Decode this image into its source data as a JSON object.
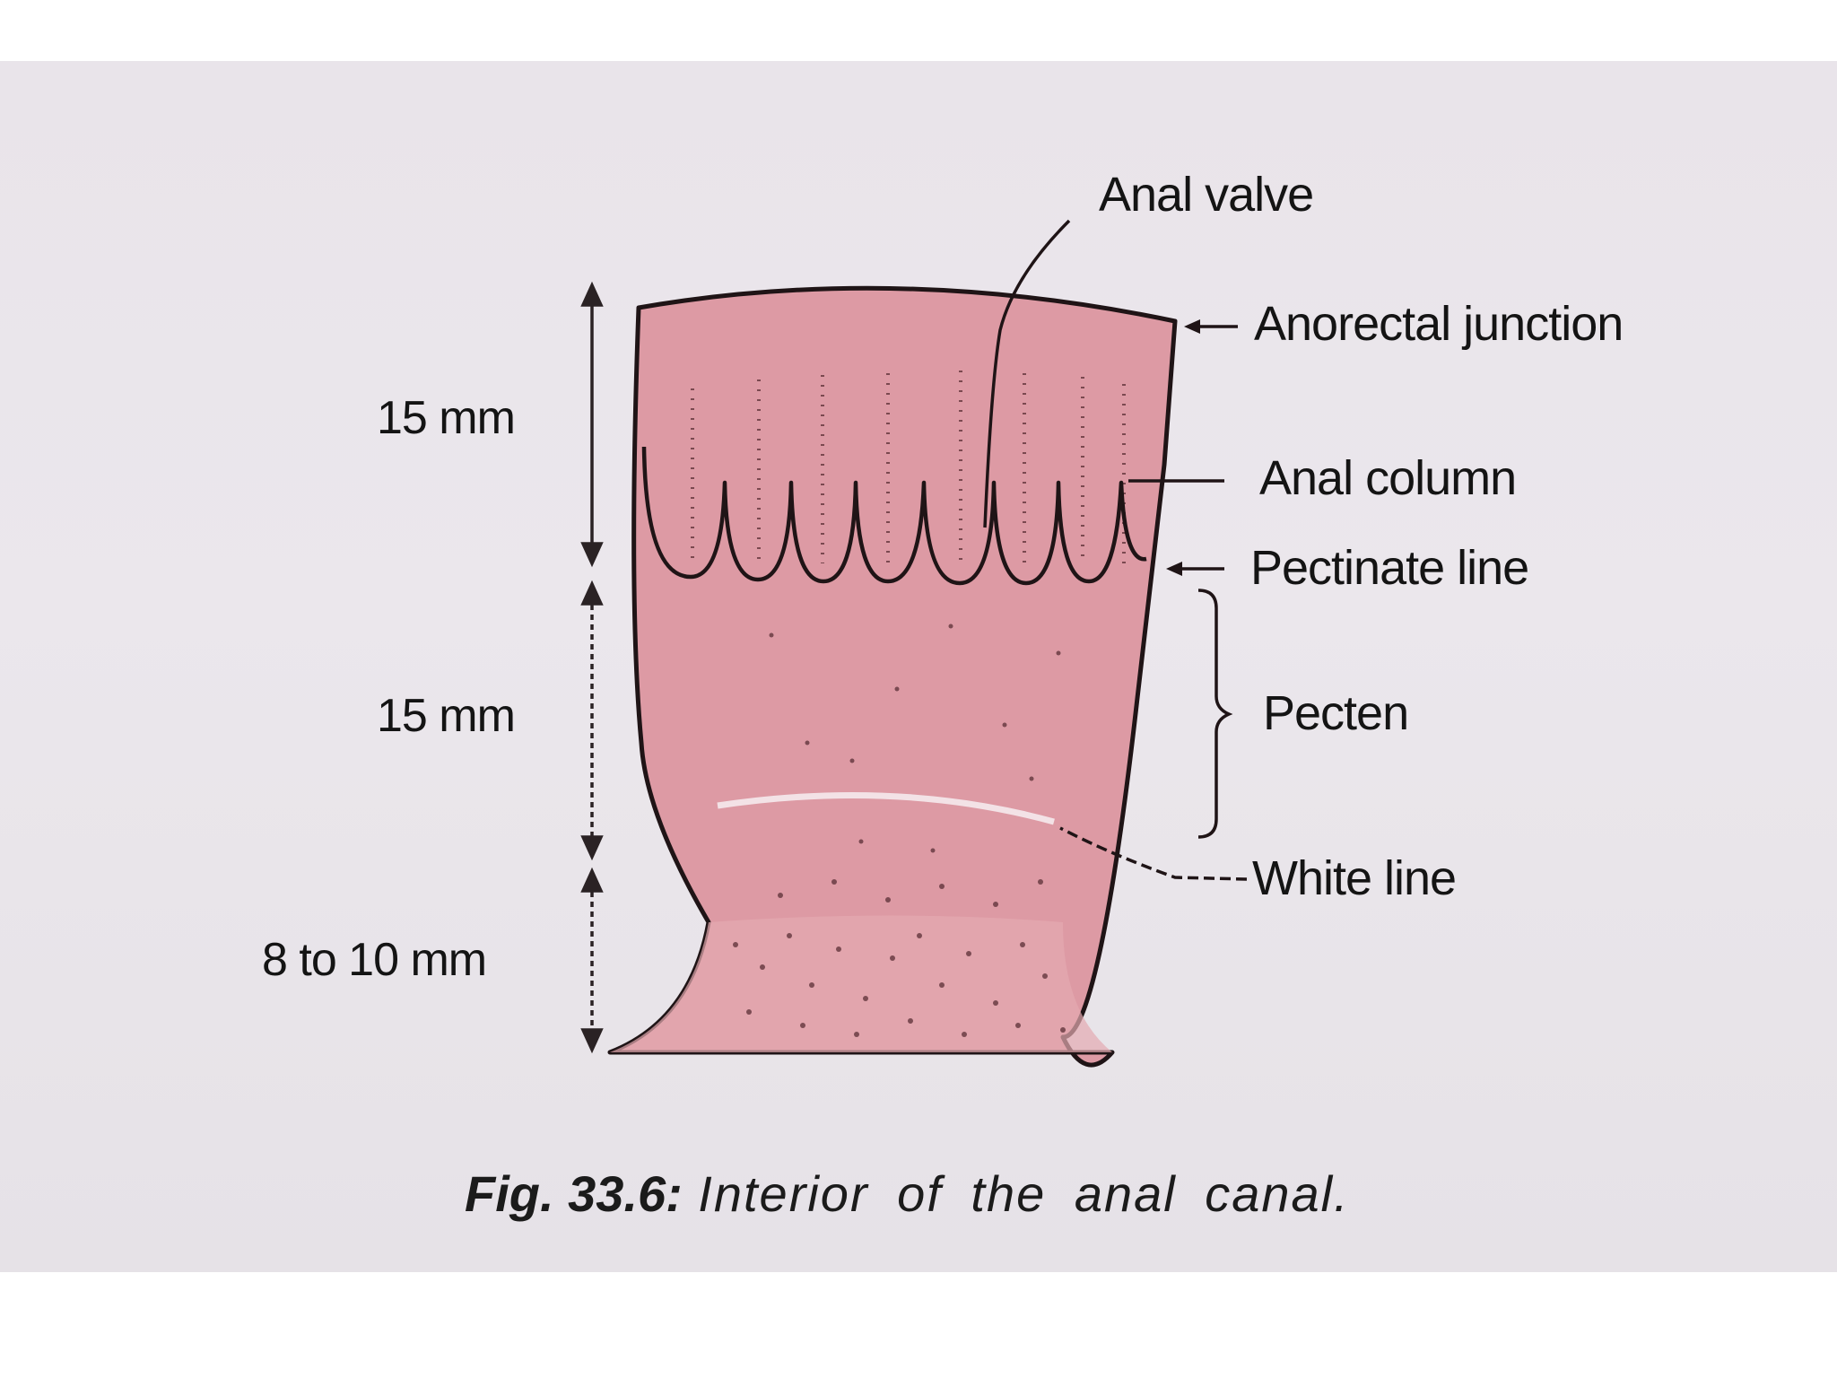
{
  "figure": {
    "caption_number": "Fig. 33.6:",
    "caption_text": "Interior of the anal canal.",
    "colors": {
      "background": "#e9e4ea",
      "canal_fill": "#dd9aa4",
      "outline": "#1f1416",
      "white_line": "#f3e6ea"
    }
  },
  "labels": {
    "anal_valve": "Anal valve",
    "anorectal_junction": "Anorectal junction",
    "anal_column": "Anal column",
    "pectinate_line": "Pectinate line",
    "pecten": "Pecten",
    "white_line": "White line"
  },
  "dimensions": {
    "upper": "15 mm",
    "middle": "15 mm",
    "lower": "8 to 10 mm"
  }
}
